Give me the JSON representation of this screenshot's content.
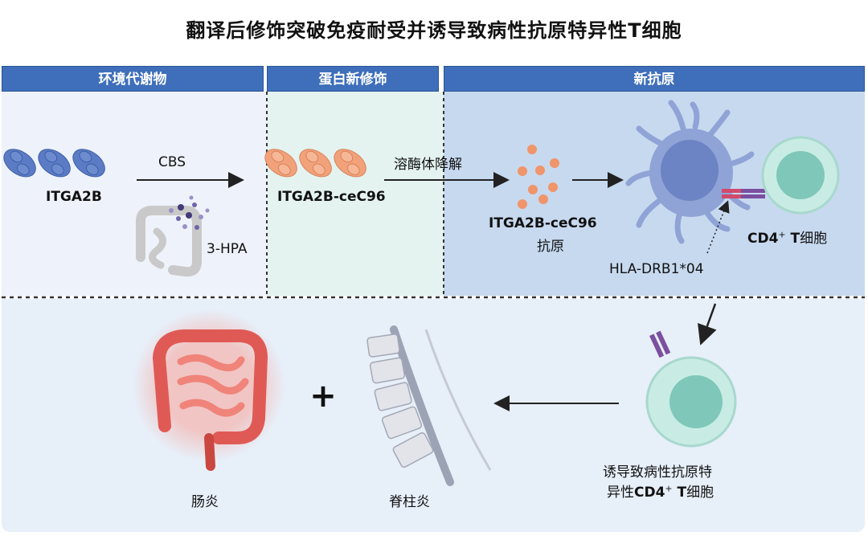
{
  "title": "翻译后修饰突破免疫耐受并诱导致病性抗原特异性T细胞",
  "panels": {
    "p1": "环境代谢物",
    "p2": "蛋白新修饰",
    "p3": "新抗原"
  },
  "labels": {
    "itga2b": "ITGA2B",
    "cbs": "CBS",
    "hpa": "3-HPA",
    "itga2b_ce": "ITGA2B-ceC96",
    "lysosome": "溶酶体降解",
    "antigen_name": "ITGA2B-ceC96",
    "antigen_word": "抗原",
    "hla": "HLA-DRB1*04",
    "cd4_a": "CD4",
    "sup_a": "+",
    "t_a": " T",
    "cell_a": "细胞",
    "induce_line1": "诱导致病性抗原特",
    "induce_line2_a": "异性",
    "cd4_b": "CD4",
    "sup_b": "+",
    "t_b": " T",
    "cell_b": "细胞",
    "colitis": "肠炎",
    "plus": "+",
    "spondylitis": "脊柱炎"
  },
  "colors": {
    "header": "#3f6fba",
    "protein_blue": "#5b7cc4",
    "protein_orange": "#f2a27a",
    "tcell": "#bfe8e0",
    "apc": "#8fa3d6"
  }
}
